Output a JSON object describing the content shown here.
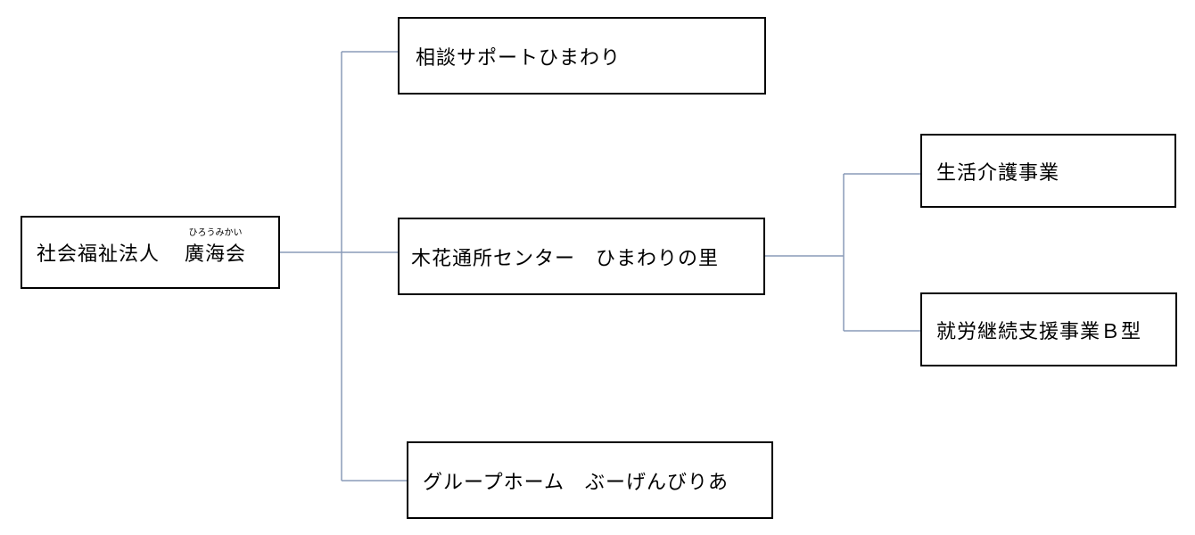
{
  "root": {
    "name": "社会福祉法人",
    "org_name": "廣海会",
    "org_reading": "ひろうみかい"
  },
  "children": [
    {
      "label": "相談サポートひまわり"
    },
    {
      "label": "木花通所センター　ひまわりの里"
    },
    {
      "label": "グループホーム　ぶーげんびりあ"
    }
  ],
  "grandchildren": [
    {
      "label": "生活介護事業"
    },
    {
      "label": "就労継続支援事業Ｂ型"
    }
  ],
  "colors": {
    "connector": "#8a9bb8",
    "box_border": "#000000"
  }
}
